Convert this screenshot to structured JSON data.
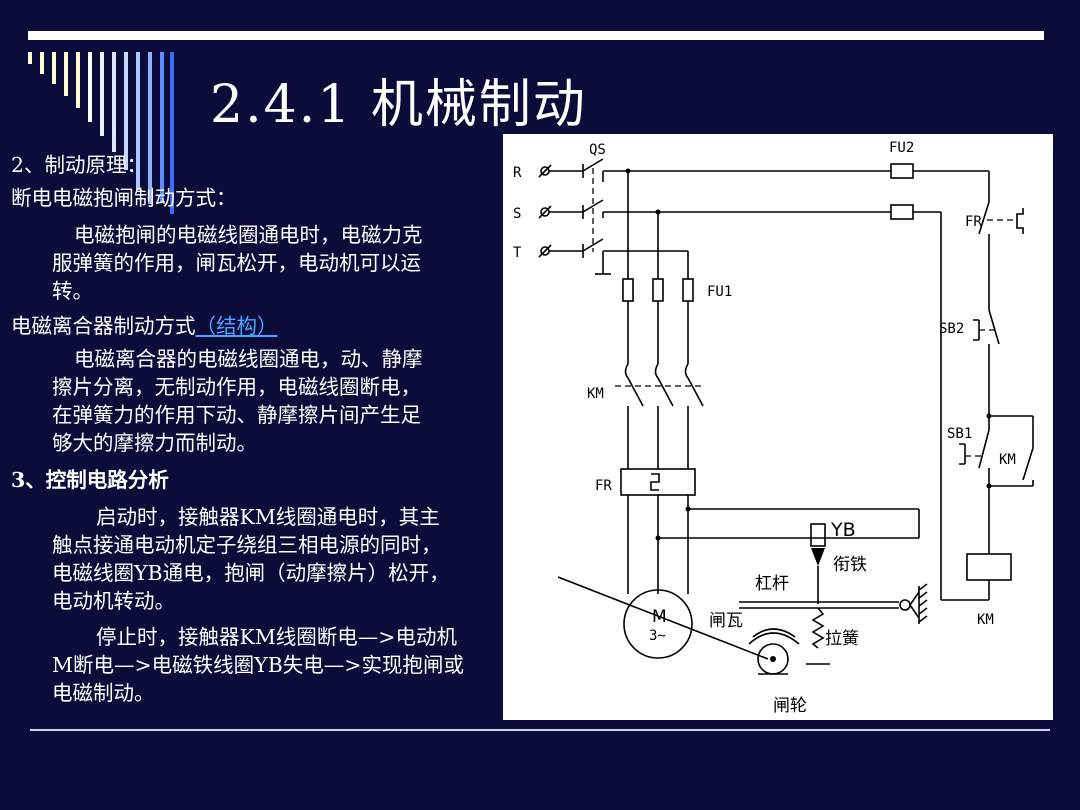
{
  "slide": {
    "title": "2.4.1 机械制动",
    "colors": {
      "background": "#0b0c3a",
      "text": "#ffffff",
      "link": "#4aa3ff"
    }
  },
  "text": {
    "l1": "2、制动原理：",
    "l2": "断电电磁抱闸制动方式：",
    "l3": "电磁抱闸的电磁线圈通电时，电磁力克",
    "l4": "服弹簧的作用，闸瓦松开，电动机可以运",
    "l5": "转。",
    "l6": "电磁离合器制动方式",
    "link": "（结构）",
    "l7": "电磁离合器的电磁线圈通电，动、静摩",
    "l8": "擦片分离，无制动作用，电磁线圈断电，",
    "l9": "在弹簧力的作用下动、静摩擦片间产生足",
    "l10": "够大的摩擦力而制动。",
    "l11": "3、控制电路分析",
    "l12": "启动时，接触器KM线圈通电时，其主",
    "l13": "触点接通电动机定子绕组三相电源的同时，",
    "l14": "电磁线圈YB通电，抱闸（动摩擦片）松开，",
    "l15": "电动机转动。",
    "l16": "停止时，接触器KM线圈断电—>电动机",
    "l17": "M断电—>电磁铁线圈YB失电—>实现抱闸或",
    "l18": "电磁制动。"
  },
  "diagram": {
    "labels": {
      "qs": "QS",
      "fu2": "FU2",
      "r": "R",
      "s": "S",
      "t": "T",
      "fr_nc": "FR",
      "fu1": "FU1",
      "sb2": "SB2",
      "km_main": "KM",
      "sb1": "SB1",
      "km_aux": "KM",
      "fr_heater": "FR",
      "yb": "YB",
      "armature": "衔铁",
      "lever": "杠杆",
      "motor": "M",
      "motor_sub": "3~",
      "brake_shoe": "闸瓦",
      "spring": "拉簧",
      "km_coil": "KM",
      "brake_wheel": "闸轮"
    }
  }
}
